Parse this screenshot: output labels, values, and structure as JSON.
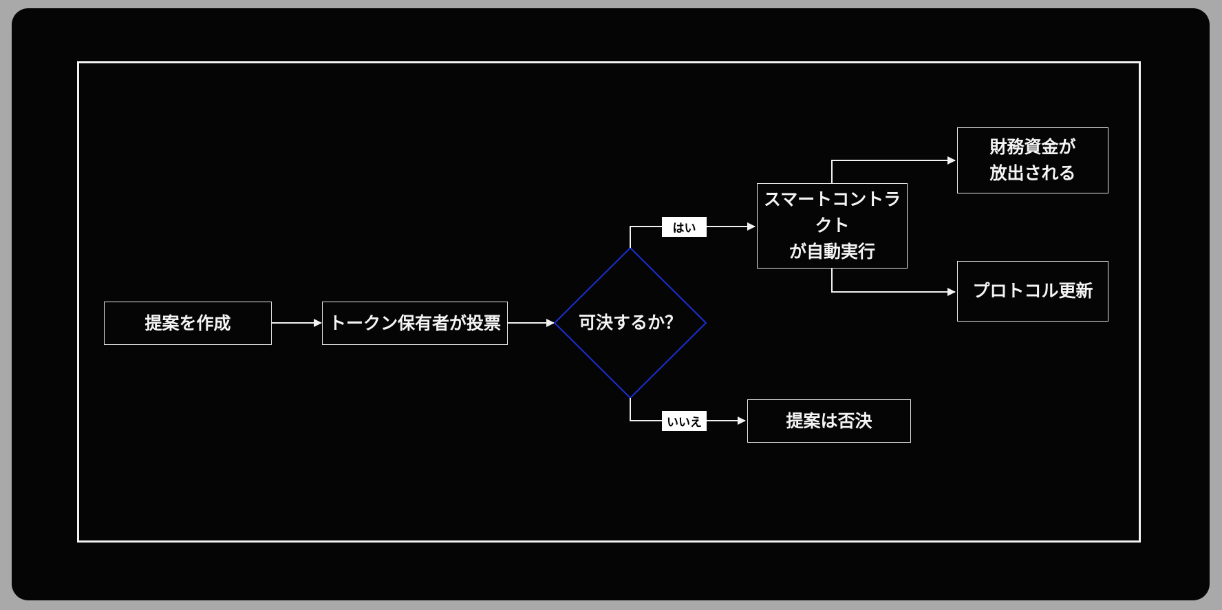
{
  "nodes": {
    "create": "提案を作成",
    "vote": "トークン保有者が投票",
    "decision": "可決するか？",
    "execute_line1": "スマートコントラクト",
    "execute_line2": "が自動実行",
    "treasury_line1": "財務資金が",
    "treasury_line2": "放出される",
    "protocol": "プロトコル更新",
    "rejected": "提案は否決"
  },
  "edge_labels": {
    "yes": "はい",
    "no": "いいえ"
  },
  "colors": {
    "background": "#050505",
    "outer": "#a9a9a9",
    "stroke": "#f2f2f2",
    "decision_stroke": "#1a2fd6"
  }
}
